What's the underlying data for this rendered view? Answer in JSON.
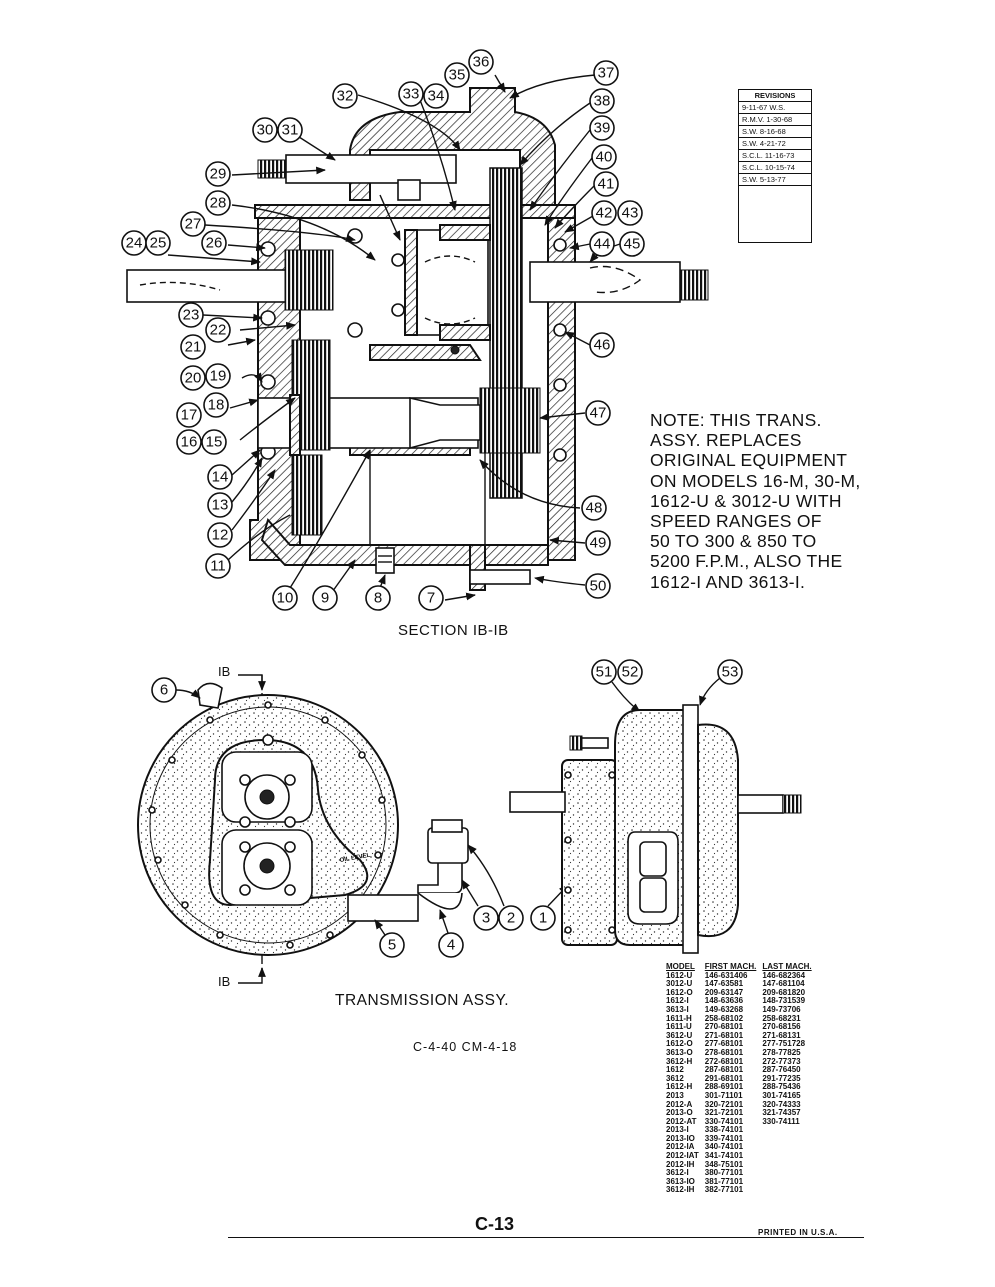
{
  "revisions": {
    "header": "REVISIONS",
    "entries": [
      "9-11-67  W.S.",
      "R.M.V.   1-30-68",
      "S.W. 8-16-68",
      "S.W. 4-21-72",
      "S.C.L. 11-16-73",
      "S.C.L. 10-15-74",
      "S.W. 5-13-77"
    ]
  },
  "note": {
    "lines": [
      "NOTE: THIS TRANS.",
      "ASSY. REPLACES",
      "ORIGINAL EQUIPMENT",
      "ON MODELS 16-M, 30-M,",
      "1612-U & 3012-U WITH",
      "SPEED RANGES OF",
      "50 TO 300 & 850 TO",
      "5200 F.P.M., ALSO THE",
      "1612-I AND 3613-I."
    ]
  },
  "section_title": "SECTION IB-IB",
  "section_marker": "IB",
  "assembly_title": "TRANSMISSION ASSY.",
  "drawing_codes": "C-4-40   CM-4-18",
  "oil_level_label": "OIL LEVEL",
  "page_number": "C-13",
  "printed": "PRINTED IN U.S.A.",
  "model_table": {
    "headers": [
      "MODEL",
      "FIRST MACH.",
      "LAST MACH."
    ],
    "rows": [
      [
        "1612-U",
        "146-631406",
        "146-682364"
      ],
      [
        "3012-U",
        "147-63581",
        "147-681104"
      ],
      [
        "1612-O",
        "209-63147",
        "209-681820"
      ],
      [
        "1612-I",
        "148-63636",
        "148-731539"
      ],
      [
        "3613-I",
        "149-63268",
        "149-73706"
      ],
      [
        "1611-H",
        "258-68102",
        "258-68231"
      ],
      [
        "1611-U",
        "270-68101",
        "270-68156"
      ],
      [
        "3612-U",
        "271-68101",
        "271-68131"
      ],
      [
        "1612-O",
        "277-68101",
        "277-751728"
      ],
      [
        "3613-O",
        "278-68101",
        "278-77825"
      ],
      [
        "3612-H",
        "272-68101",
        "272-77373"
      ],
      [
        "1612",
        "287-68101",
        "287-76450"
      ],
      [
        "3612",
        "291-68101",
        "291-77235"
      ],
      [
        "1612-H",
        "288-69101",
        "288-75436"
      ],
      [
        "2013",
        "301-71101",
        "301-74165"
      ],
      [
        "2012-A",
        "320-72101",
        "320-74333"
      ],
      [
        "2013-O",
        "321-72101",
        "321-74357"
      ],
      [
        "2012-AT",
        "330-74101",
        "330-74111"
      ],
      [
        "2013-I",
        "338-74101",
        ""
      ],
      [
        "2013-IO",
        "339-74101",
        ""
      ],
      [
        "2012-IA",
        "340-74101",
        ""
      ],
      [
        "2012-IAT",
        "341-74101",
        ""
      ],
      [
        "2012-IH",
        "348-75101",
        ""
      ],
      [
        "3612-I",
        "380-77101",
        ""
      ],
      [
        "3613-IO",
        "381-77101",
        ""
      ],
      [
        "3612-IH",
        "382-77101",
        ""
      ]
    ]
  },
  "callouts": [
    "1",
    "2",
    "3",
    "4",
    "5",
    "6",
    "7",
    "8",
    "9",
    "10",
    "11",
    "12",
    "13",
    "14",
    "15",
    "16",
    "17",
    "18",
    "19",
    "20",
    "21",
    "22",
    "23",
    "24",
    "25",
    "26",
    "27",
    "28",
    "29",
    "30",
    "31",
    "32",
    "33",
    "34",
    "35",
    "36",
    "37",
    "38",
    "39",
    "40",
    "41",
    "42",
    "43",
    "44",
    "45",
    "46",
    "47",
    "48",
    "49",
    "50",
    "51",
    "52",
    "53"
  ]
}
